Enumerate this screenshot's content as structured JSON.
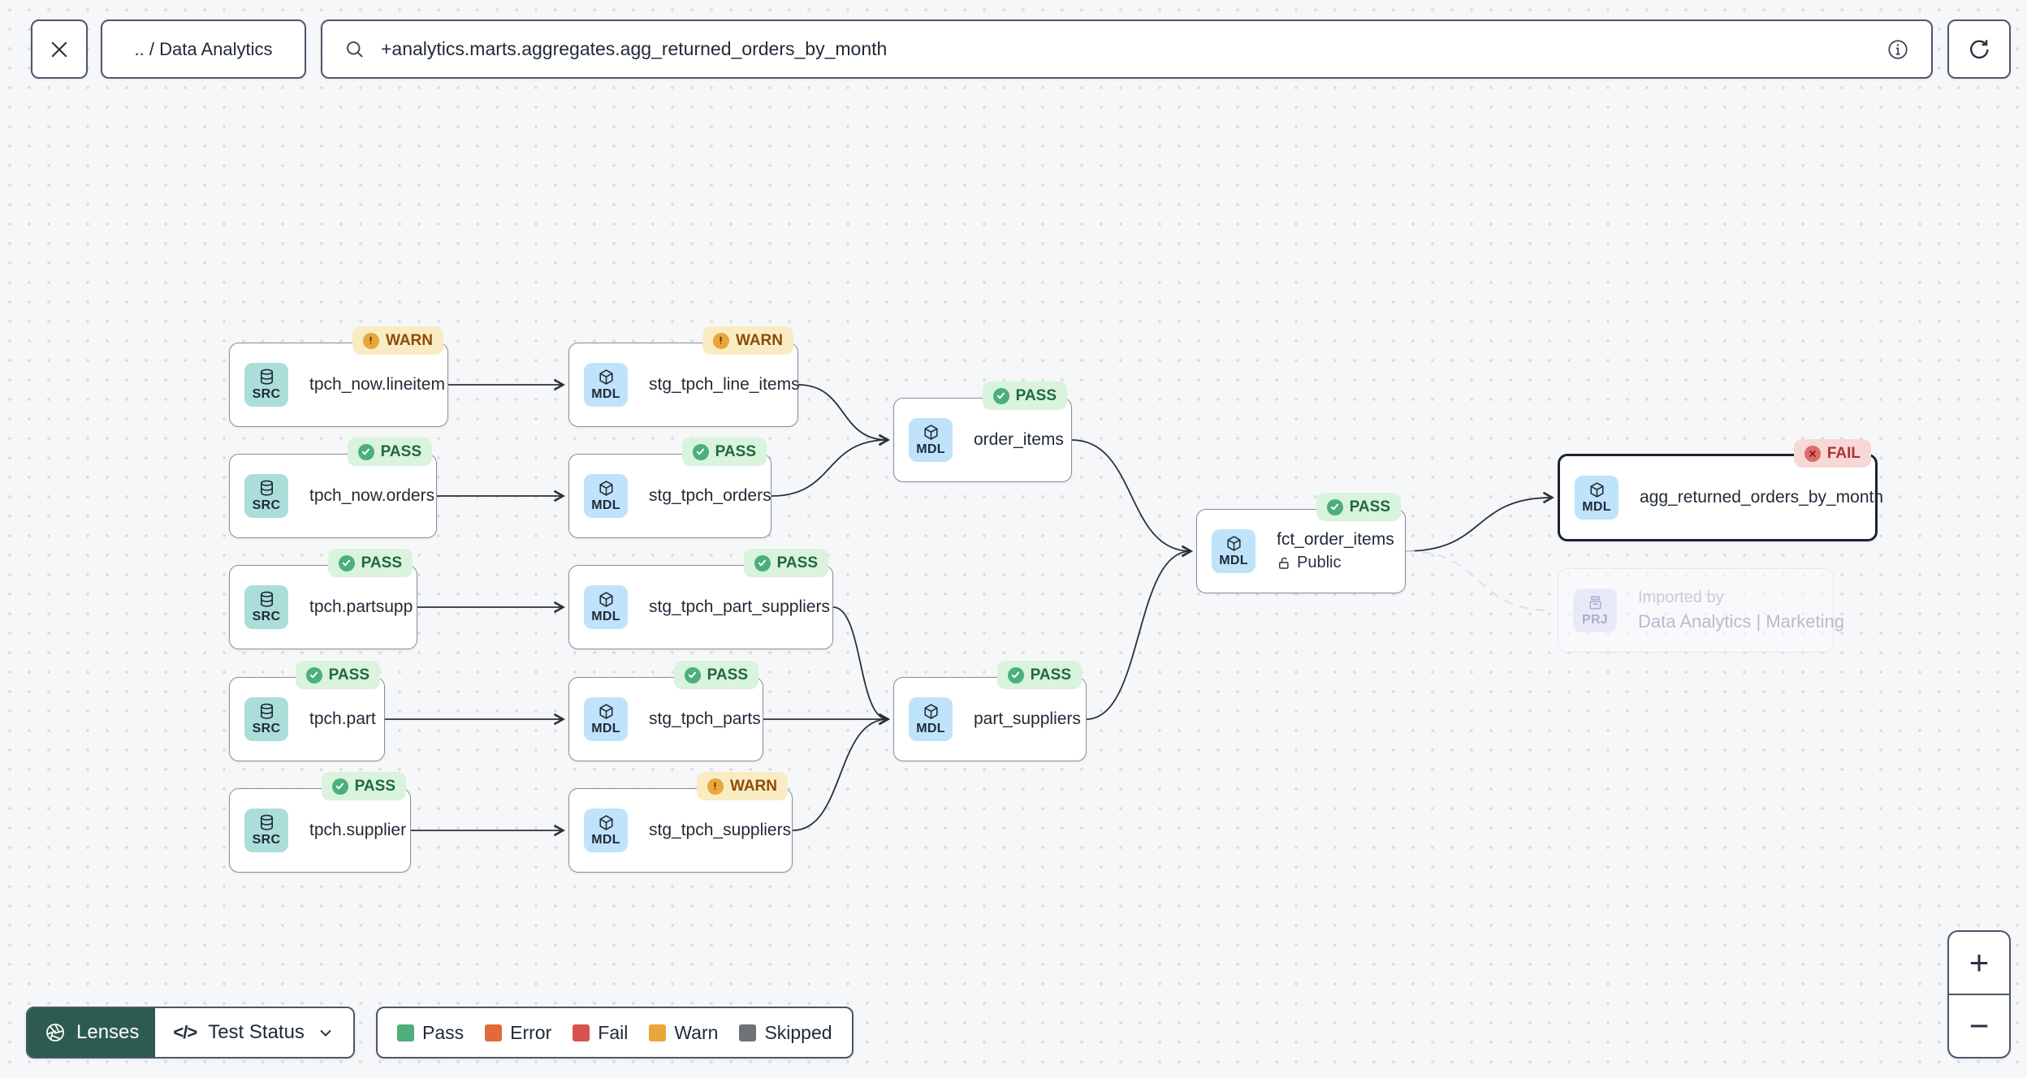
{
  "header": {
    "breadcrumb": ".. / Data Analytics",
    "search": {
      "value": "+analytics.marts.aggregates.agg_returned_orders_by_month"
    }
  },
  "graph": {
    "node_types": {
      "SRC": {
        "label": "SRC",
        "icon": "database-icon",
        "bg": "#ABDED8"
      },
      "MDL": {
        "label": "MDL",
        "icon": "cube-icon",
        "bg": "#BFE3FA"
      },
      "PRJ": {
        "label": "PRJ",
        "icon": "project-icon",
        "bg": "#E9EAF8"
      }
    },
    "statuses": {
      "PASS": {
        "label": "PASS",
        "bg": "#D9F3DD",
        "text": "#1F6A38",
        "dot": "#4CAF7A",
        "dot_glyph": "check"
      },
      "WARN": {
        "label": "WARN",
        "bg": "#FAECC2",
        "text": "#8F4A0B",
        "dot": "#E8A63B",
        "dot_glyph": "exclaim"
      },
      "FAIL": {
        "label": "FAIL",
        "bg": "#F7D8D7",
        "text": "#AE3230",
        "dot": "#DB6E6A",
        "dot_glyph": "cross"
      }
    },
    "nodes": [
      {
        "id": "tpch_now_lineitem",
        "type": "SRC",
        "name": "tpch_now.lineitem",
        "status": "WARN"
      },
      {
        "id": "stg_tpch_line_items",
        "type": "MDL",
        "name": "stg_tpch_line_items",
        "status": "WARN"
      },
      {
        "id": "tpch_now_orders",
        "type": "SRC",
        "name": "tpch_now.orders",
        "status": "PASS"
      },
      {
        "id": "stg_tpch_orders",
        "type": "MDL",
        "name": "stg_tpch_orders",
        "status": "PASS"
      },
      {
        "id": "order_items",
        "type": "MDL",
        "name": "order_items",
        "status": "PASS"
      },
      {
        "id": "tpch_partsupp",
        "type": "SRC",
        "name": "tpch.partsupp",
        "status": "PASS"
      },
      {
        "id": "stg_tpch_part_suppliers",
        "type": "MDL",
        "name": "stg_tpch_part_suppliers",
        "status": "PASS"
      },
      {
        "id": "tpch_part",
        "type": "SRC",
        "name": "tpch.part",
        "status": "PASS"
      },
      {
        "id": "stg_tpch_parts",
        "type": "MDL",
        "name": "stg_tpch_parts",
        "status": "PASS"
      },
      {
        "id": "part_suppliers",
        "type": "MDL",
        "name": "part_suppliers",
        "status": "PASS"
      },
      {
        "id": "tpch_supplier",
        "type": "SRC",
        "name": "tpch.supplier",
        "status": "PASS"
      },
      {
        "id": "stg_tpch_suppliers",
        "type": "MDL",
        "name": "stg_tpch_suppliers",
        "status": "WARN"
      },
      {
        "id": "fct_order_items",
        "type": "MDL",
        "name": "fct_order_items",
        "status": "PASS",
        "access": "Public",
        "access_icon": "unlock-icon"
      },
      {
        "id": "agg_returned_orders_by_month",
        "type": "MDL",
        "name": "agg_returned_orders_by_month",
        "status": "FAIL",
        "selected": true
      },
      {
        "id": "imported_by",
        "type": "PRJ",
        "ghost": true,
        "title": "Imported by",
        "subtitle": "Data Analytics | Marketing"
      }
    ],
    "edges": [
      {
        "from": "tpch_now_lineitem",
        "to": "stg_tpch_line_items",
        "style": "solid"
      },
      {
        "from": "tpch_now_orders",
        "to": "stg_tpch_orders",
        "style": "solid"
      },
      {
        "from": "tpch_partsupp",
        "to": "stg_tpch_part_suppliers",
        "style": "solid"
      },
      {
        "from": "tpch_part",
        "to": "stg_tpch_parts",
        "style": "solid"
      },
      {
        "from": "tpch_supplier",
        "to": "stg_tpch_suppliers",
        "style": "solid"
      },
      {
        "from": "stg_tpch_line_items",
        "to": "order_items",
        "style": "solid"
      },
      {
        "from": "stg_tpch_orders",
        "to": "order_items",
        "style": "solid"
      },
      {
        "from": "stg_tpch_part_suppliers",
        "to": "part_suppliers",
        "style": "solid"
      },
      {
        "from": "stg_tpch_parts",
        "to": "part_suppliers",
        "style": "solid"
      },
      {
        "from": "stg_tpch_suppliers",
        "to": "part_suppliers",
        "style": "solid"
      },
      {
        "from": "order_items",
        "to": "fct_order_items",
        "style": "solid"
      },
      {
        "from": "part_suppliers",
        "to": "fct_order_items",
        "style": "solid"
      },
      {
        "from": "fct_order_items",
        "to": "agg_returned_orders_by_month",
        "style": "solid"
      },
      {
        "from": "fct_order_items",
        "to": "imported_by",
        "style": "dashed"
      }
    ]
  },
  "toolbar": {
    "lenses_label": "Lenses",
    "lens_selected": "Test Status",
    "lens_icon_glyph": "</>"
  },
  "legend": {
    "items": [
      {
        "label": "Pass",
        "color": "#4CAF7A"
      },
      {
        "label": "Error",
        "color": "#E2693B"
      },
      {
        "label": "Fail",
        "color": "#D9534E"
      },
      {
        "label": "Warn",
        "color": "#E9A63B"
      },
      {
        "label": "Skipped",
        "color": "#6E7377"
      }
    ]
  },
  "zoom_controls": {
    "zoom_in": "+",
    "zoom_out": "−"
  }
}
